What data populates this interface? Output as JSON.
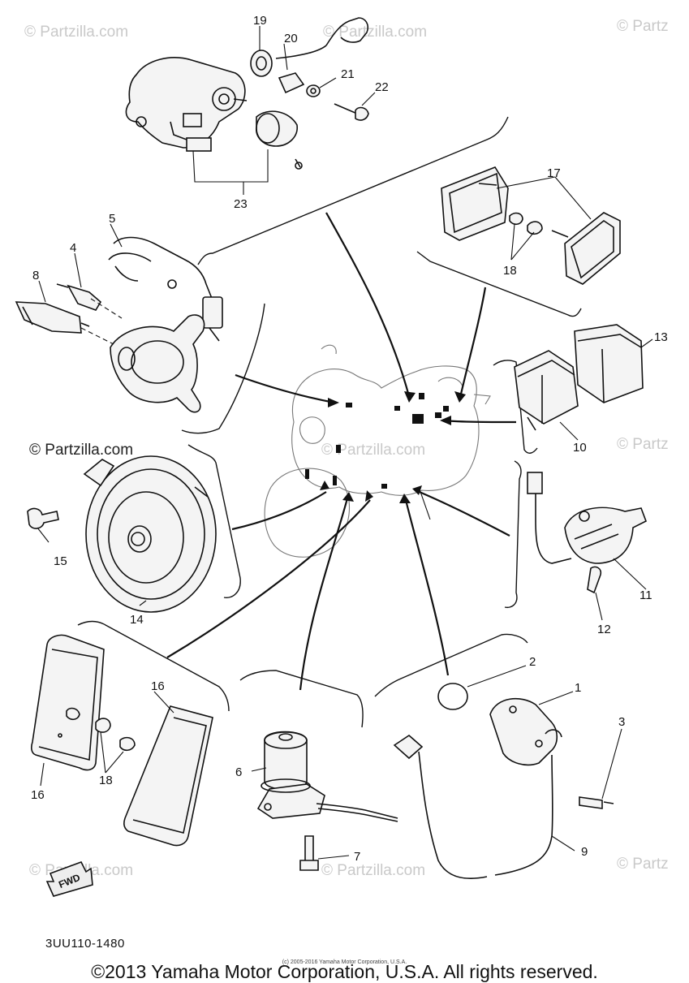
{
  "watermark": "© Partzilla.com",
  "watermark_short": "© Partz",
  "callouts": {
    "c1": "1",
    "c2": "2",
    "c3": "3",
    "c4": "4",
    "c5": "5",
    "c6": "6",
    "c7": "7",
    "c8": "8",
    "c9": "9",
    "c10": "10",
    "c11": "11",
    "c12": "12",
    "c13": "13",
    "c14": "14",
    "c15": "15",
    "c16a": "16",
    "c16b": "16",
    "c17": "17",
    "c18a": "18",
    "c18b": "18",
    "c19": "19",
    "c20": "20",
    "c21": "21",
    "c22": "22",
    "c23": "23"
  },
  "fwd_label": "FWD",
  "diagram_code": "3UU110-1480",
  "tiny_copyright": "(c) 2005-2016 Yamaha Motor Corporation, U.S.A.",
  "copyright": "©2013 Yamaha Motor Corporation, U.S.A. All rights reserved."
}
